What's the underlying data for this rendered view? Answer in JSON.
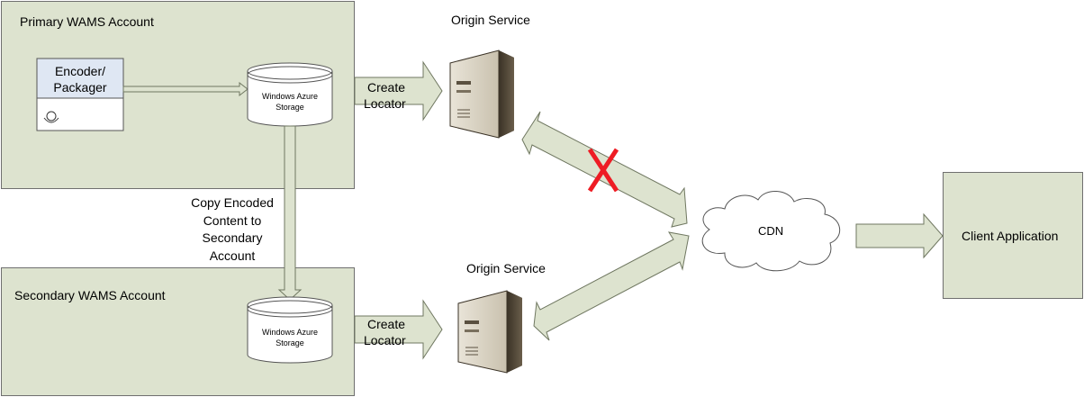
{
  "primary": {
    "title": "Primary WAMS Account"
  },
  "secondary": {
    "title": "Secondary WAMS Account"
  },
  "encoder": {
    "label_line1": "Encoder/",
    "label_line2": "Packager"
  },
  "storage": {
    "line1": "Windows Azure",
    "line2": "Storage"
  },
  "create_locator": {
    "line1": "Create",
    "line2": "Locator"
  },
  "origin_service": "Origin Service",
  "copy": {
    "line1": "Copy Encoded",
    "line2": "Content to",
    "line3": "Secondary",
    "line4": "Account"
  },
  "cdn": "CDN",
  "client": "Client Application",
  "failure_mark": "X",
  "colors": {
    "panel": "#dde3cf",
    "arrow_fill": "#dde3cf",
    "arrow_stroke": "#6f7760",
    "failure": "#ee1c24",
    "encoder_header": "#dfe7f3"
  },
  "icons": [
    "server-icon",
    "storage-cylinder-icon",
    "cloud-icon",
    "encoder-glyph-icon"
  ]
}
